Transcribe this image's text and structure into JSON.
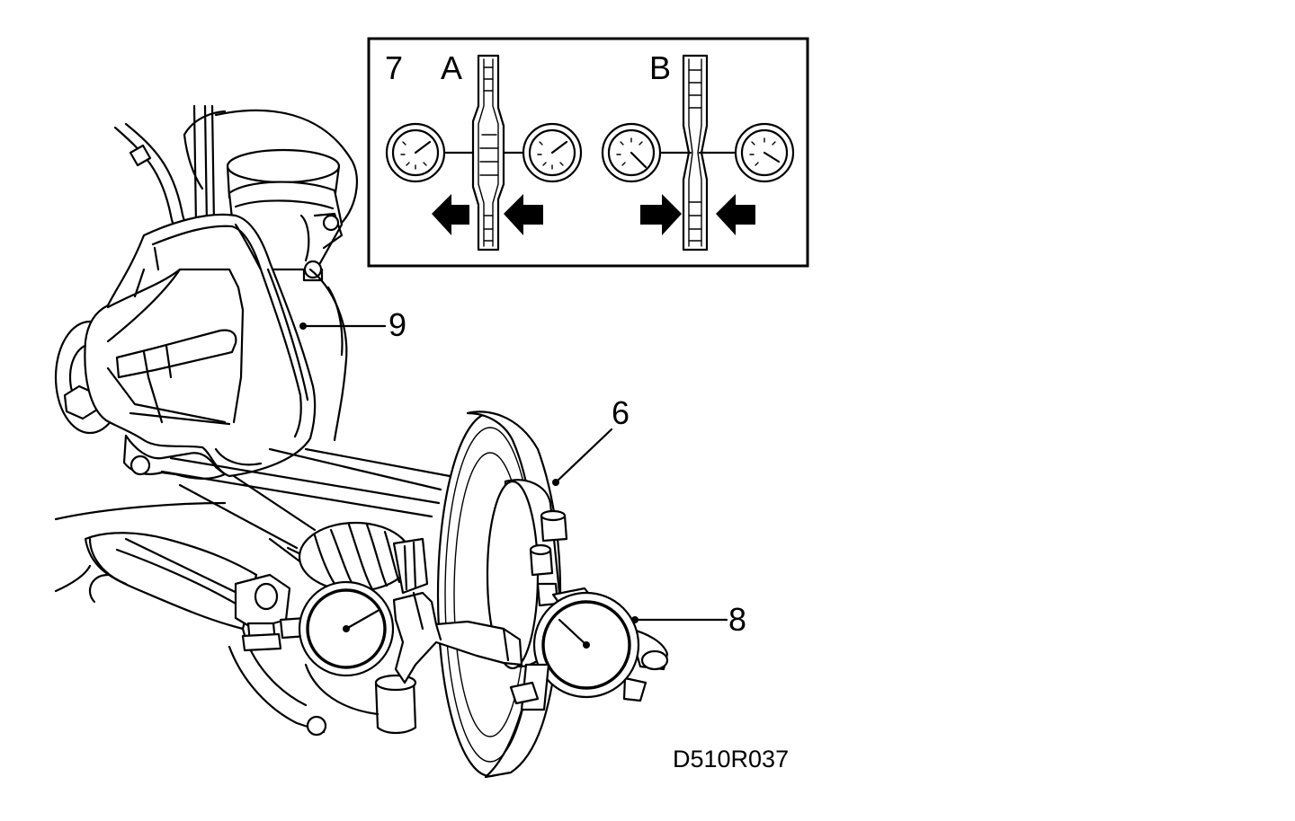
{
  "callouts": {
    "c6": "6",
    "c7": "7",
    "c8": "8",
    "c9": "9",
    "ca": "A",
    "cb": "B"
  },
  "figure_code": "D510R037"
}
